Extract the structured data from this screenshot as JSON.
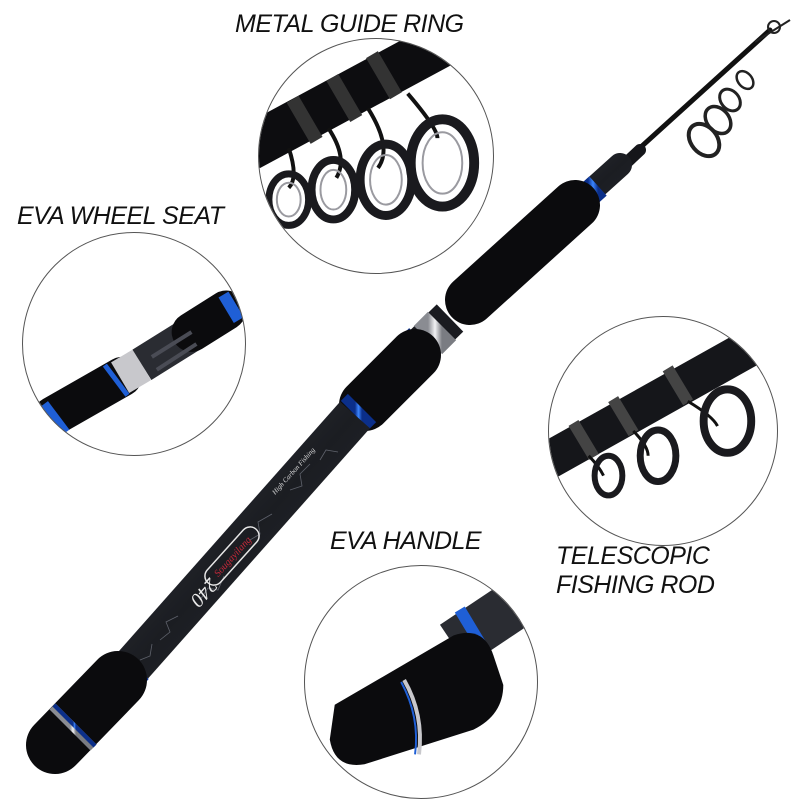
{
  "labels": {
    "metal_guide_ring": "METAL GUIDE RING",
    "eva_wheel_seat": "EVA WHEEL SEAT",
    "eva_handle": "EVA HANDLE",
    "telescopic_fishing_rod": "TELESCOPIC\nFISHING ROD"
  },
  "rod": {
    "length_marking": "240",
    "brand_logo": "Sougayilang",
    "tagline": "High Carbon Fishing"
  },
  "colors": {
    "background": "#ffffff",
    "rod_black": "#0d0d10",
    "accent_blue": "#1f5fd6",
    "silver": "#c8c8cc",
    "logo_red": "#c8283a",
    "label_text": "#111111"
  }
}
